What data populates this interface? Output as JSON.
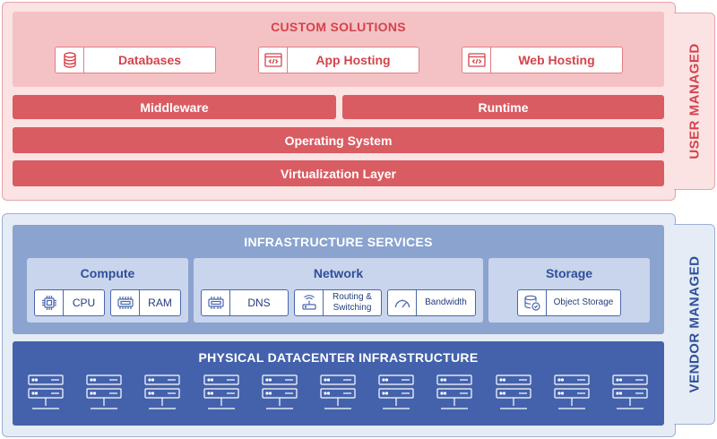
{
  "user_managed": {
    "side_label": "USER MANAGED",
    "custom_solutions": {
      "title": "CUSTOM SOLUTIONS",
      "items": [
        {
          "label": "Databases",
          "icon": "database-icon"
        },
        {
          "label": "App Hosting",
          "icon": "code-window-icon"
        },
        {
          "label": "Web Hosting",
          "icon": "code-window-icon"
        }
      ]
    },
    "middleware": "Middleware",
    "runtime": "Runtime",
    "operating_system": "Operating System",
    "virtualization": "Virtualization Layer"
  },
  "vendor_managed": {
    "side_label": "VENDOR MANAGED",
    "infrastructure_services": {
      "title": "INFRASTRUCTURE SERVICES",
      "compute": {
        "title": "Compute",
        "items": [
          {
            "label": "CPU",
            "icon": "cpu-icon"
          },
          {
            "label": "RAM",
            "icon": "ram-icon"
          }
        ]
      },
      "network": {
        "title": "Network",
        "items": [
          {
            "label": "DNS",
            "icon": "dns-icon"
          },
          {
            "label": "Routing & Switching",
            "icon": "router-icon"
          },
          {
            "label": "Bandwidth",
            "icon": "gauge-icon"
          }
        ]
      },
      "storage": {
        "title": "Storage",
        "items": [
          {
            "label": "Object Storage",
            "icon": "object-storage-icon"
          }
        ]
      }
    },
    "datacenter": {
      "title": "PHYSICAL DATACENTER INFRASTRUCTURE",
      "server_count": 11
    }
  },
  "colors": {
    "user_accent": "#d4434b",
    "user_bar": "#d95c62",
    "vendor_accent": "#2f4f9b",
    "vendor_dark": "#4462ac"
  }
}
